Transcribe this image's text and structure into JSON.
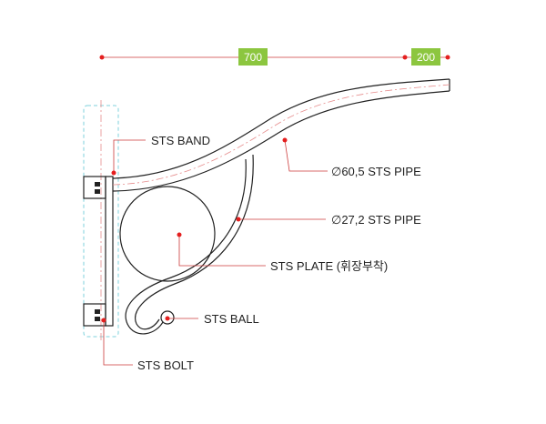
{
  "dimensions": {
    "left": "700",
    "right": "200"
  },
  "labels": {
    "band": "STS BAND",
    "pipe_large": "∅60,5 STS PIPE",
    "pipe_small": "∅27,2 STS PIPE",
    "plate": "STS PLATE (휘장부착)",
    "ball": "STS BALL",
    "bolt": "STS BOLT"
  },
  "colors": {
    "line": "#222222",
    "leader": "#cc3b3b",
    "dot": "#e41f1f",
    "dim_box": "#8cc63f",
    "pole": "#7fd2dc",
    "center": "#e68c8c"
  }
}
